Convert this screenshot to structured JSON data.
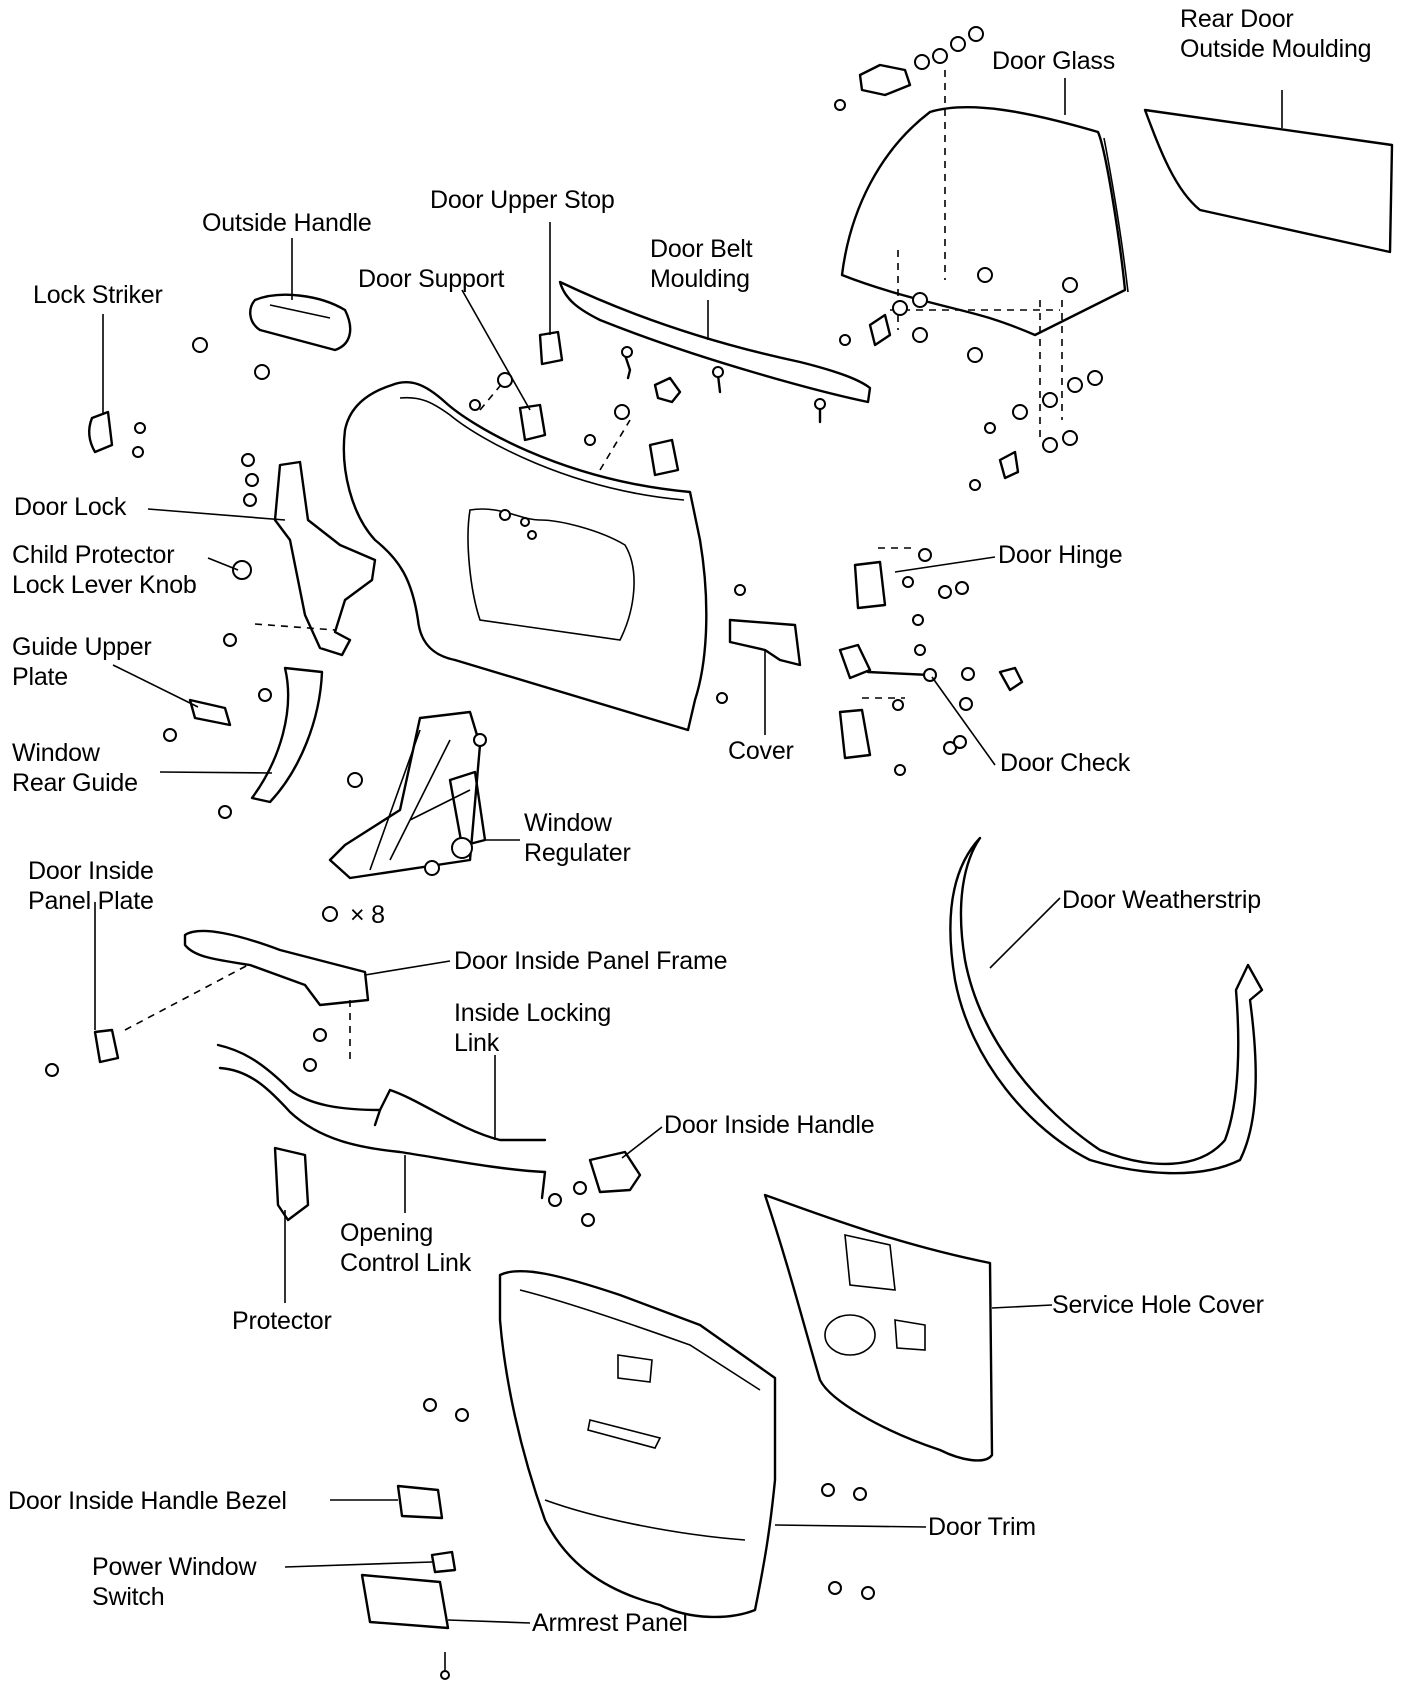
{
  "labels": {
    "rear_door_outside_moulding": "Rear Door\nOutside Moulding",
    "door_glass": "Door Glass",
    "door_upper_stop": "Door Upper Stop",
    "outside_handle": "Outside Handle",
    "door_belt_moulding": "Door Belt\nMoulding",
    "door_support": "Door Support",
    "lock_striker": "Lock Striker",
    "door_lock": "Door Lock",
    "child_protector_lock_lever_knob": "Child Protector\nLock Lever Knob",
    "door_hinge": "Door Hinge",
    "guide_upper_plate": "Guide Upper\nPlate",
    "window_rear_guide": "Window\nRear Guide",
    "cover": "Cover",
    "door_check": "Door Check",
    "window_regulater": "Window\nRegulater",
    "times_8": "× 8",
    "door_inside_panel_plate": "Door Inside\nPanel Plate",
    "door_weatherstrip": "Door Weatherstrip",
    "door_inside_panel_frame": "Door Inside Panel Frame",
    "inside_locking_link": "Inside Locking\nLink",
    "door_inside_handle": "Door Inside Handle",
    "opening_control_link": "Opening\nControl Link",
    "protector": "Protector",
    "service_hole_cover": "Service Hole Cover",
    "door_inside_handle_bezel": "Door Inside Handle Bezel",
    "door_trim": "Door Trim",
    "power_window_switch": "Power Window\nSwitch",
    "armrest_panel": "Armrest Panel"
  }
}
